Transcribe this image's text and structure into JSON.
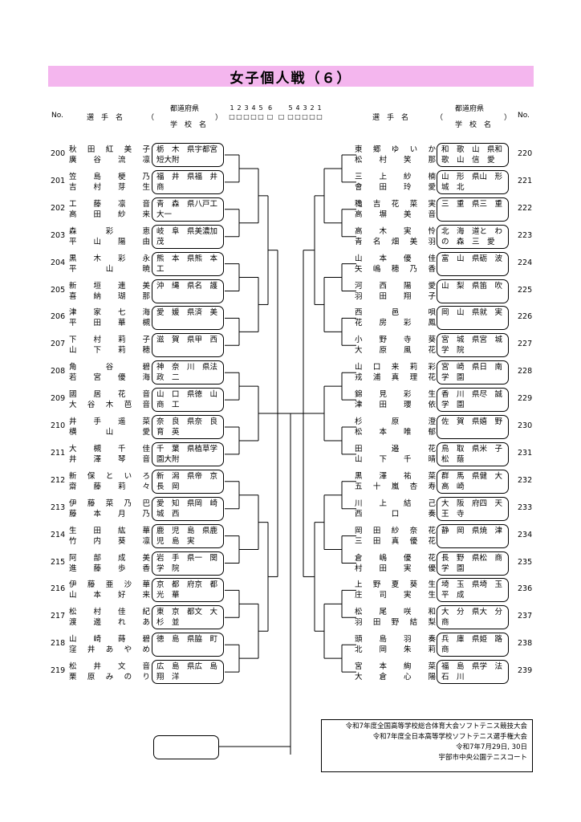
{
  "title": "女子個人戦（６）",
  "header": {
    "no_label": "No.",
    "player_label": "選　手　名",
    "pref_label": "都道府県",
    "school_label": "学　校　名",
    "open_paren": "（",
    "close_paren": "）",
    "rounds_left": [
      "1",
      "2",
      "3",
      "4",
      "5",
      "6"
    ],
    "rounds_right": [
      "5",
      "4",
      "3",
      "2",
      "1"
    ],
    "round_box": "□"
  },
  "left": [
    {
      "no": "200",
      "p1": "秋　田　紅　美　子",
      "p2": "廣　谷　流　凛",
      "pref": "栃　木　県",
      "school": "宇都宮短大附"
    },
    {
      "no": "201",
      "p1": "笠　島　梗　乃",
      "p2": "吉　村　芽　生",
      "pref": "福　井　県",
      "school": "福　井　商"
    },
    {
      "no": "202",
      "p1": "工　藤　凛　音",
      "p2": "高　田　紗　来",
      "pref": "青　森　県",
      "school": "八戸工大一"
    },
    {
      "no": "203",
      "p1": "森　彩　恵",
      "p2": "平　山　陽　由",
      "pref": "岐　阜　県",
      "school": "美濃加茂"
    },
    {
      "no": "204",
      "p1": "黒　木　彩　永",
      "p2": "平　山　暁",
      "pref": "熊　本　県",
      "school": "熊　本　工"
    },
    {
      "no": "205",
      "p1": "新　垣　連　美",
      "p2": "喜　納　瑚　那",
      "pref": "沖　縄　県",
      "school": "名　護"
    },
    {
      "no": "206",
      "p1": "津　家　七　海",
      "p2": "平　田　華　槻",
      "pref": "愛　媛　県",
      "school": "済　美"
    },
    {
      "no": "207",
      "p1": "下　村　莉　子",
      "p2": "山　下　莉　穂",
      "pref": "滋　賀　県",
      "school": "甲　西"
    },
    {
      "no": "208",
      "p1": "角　谷　碧",
      "p2": "若　宮　優　海",
      "pref": "神　奈　川　県",
      "school": "法　政　二"
    },
    {
      "no": "209",
      "p1": "國　居　花　音",
      "p2": "大　谷　木　芭　音",
      "pref": "山　口　県",
      "school": "徳　山　商　工"
    },
    {
      "no": "210",
      "p1": "井　手　遥　菜",
      "p2": "横　山　愛",
      "pref": "奈　良　県",
      "school": "奈　良　育　英"
    },
    {
      "no": "211",
      "p1": "大　槻　千　佳",
      "p2": "井　澤　琴　音",
      "pref": "千　葉　県",
      "school": "植草学園大附"
    },
    {
      "no": "212",
      "p1": "新　保　と　い　ろ",
      "p2": "齋　藤　莉　々",
      "pref": "新　潟　県",
      "school": "帝　京　長　岡"
    },
    {
      "no": "213",
      "p1": "伊　藤　菜　乃　巴",
      "p2": "藤　本　月　乃",
      "pref": "愛　知　県",
      "school": "岡　崎　城　西"
    },
    {
      "no": "214",
      "p1": "生　田　紘　華",
      "p2": "竹　内　葵　凛",
      "pref": "鹿　児　島　県",
      "school": "鹿　児　島　実"
    },
    {
      "no": "215",
      "p1": "阿　部　成　美",
      "p2": "進　藤　歩　香",
      "pref": "岩　手　県",
      "school": "一　関　学　院"
    },
    {
      "no": "216",
      "p1": "伊　藤　亜　沙　華",
      "p2": "山　本　好　来",
      "pref": "京　都　府",
      "school": "京　都　光　華"
    },
    {
      "no": "217",
      "p1": "松　村　佳　紀",
      "p2": "渡　邊　れ　あ",
      "pref": "東　京　都",
      "school": "文　大　杉　並"
    },
    {
      "no": "218",
      "p1": "山　崎　蒔　碧",
      "p2": "窪　井　あ　や　め",
      "pref": "徳　島　県",
      "school": "脇　町"
    },
    {
      "no": "219",
      "p1": "松　井　文　音",
      "p2": "栗　原　み　の　り",
      "pref": "広　島　県",
      "school": "広　島　翔　洋"
    }
  ],
  "right": [
    {
      "no": "220",
      "p1": "東　郷　ゆ　い　か",
      "p2": "松　村　笑　那",
      "pref": "和　歌　山　県",
      "school": "和　歌　山　信　愛"
    },
    {
      "no": "221",
      "p1": "三　上　紗　楠",
      "p2": "會　田　玲　愛",
      "pref": "山　形　県",
      "school": "山　形　城　北"
    },
    {
      "no": "222",
      "p1": "穐　吉　花　菜　実",
      "p2": "高　塀　美　音",
      "pref": "三　重　県",
      "school": "三　重"
    },
    {
      "no": "223",
      "p1": "高　木　実　怜",
      "p2": "青　名　畑　美　羽",
      "pref": "北　海　道",
      "school": "と　わ　の　森　三　愛"
    },
    {
      "no": "224",
      "p1": "山　本　優　佳",
      "p2": "矢　嶋　穂　乃　香",
      "pref": "富　山　県",
      "school": "砺　波"
    },
    {
      "no": "225",
      "p1": "河　西　陽　愛",
      "p2": "羽　田　翔　子",
      "pref": "山　梨　県",
      "school": "笛　吹"
    },
    {
      "no": "226",
      "p1": "西　邑　唄",
      "p2": "花　房　彩　鳳",
      "pref": "岡　山　県",
      "school": "就　実"
    },
    {
      "no": "227",
      "p1": "小　野　寺　葵",
      "p2": "大　原　風　花",
      "pref": "宮　城　県",
      "school": "宮　城　学　院"
    },
    {
      "no": "228",
      "p1": "山　口　来　莉　彩",
      "p2": "戎　浦　真　理　花",
      "pref": "宮　崎　県",
      "school": "日　南　学　園"
    },
    {
      "no": "229",
      "p1": "錦　見　彩　生",
      "p2": "津　田　瓔　依",
      "pref": "香　川　県",
      "school": "尽　誠　学　園"
    },
    {
      "no": "230",
      "p1": "杉　原　澄",
      "p2": "松　本　唯　郁",
      "pref": "佐　賀　県",
      "school": "嬉　野"
    },
    {
      "no": "231",
      "p1": "田　邉　花",
      "p2": "山　下　千　晴",
      "pref": "鳥　取　県",
      "school": "米　子　松　蔭"
    },
    {
      "no": "232",
      "p1": "黒　澤　祐　菜",
      "p2": "五　十　嵐　杏　寿",
      "pref": "群　馬　県",
      "school": "健　大　高　崎"
    },
    {
      "no": "233",
      "p1": "川　上　結　己",
      "p2": "西　口　奏",
      "pref": "大　阪　府",
      "school": "四　天　王　寺"
    },
    {
      "no": "234",
      "p1": "岡　田　紗　奈　花",
      "p2": "三　田　真　優　花",
      "pref": "静　岡　県",
      "school": "焼　津"
    },
    {
      "no": "235",
      "p1": "倉　嶋　優　花",
      "p2": "村　田　実　優",
      "pref": "長　野　県",
      "school": "松　商　学　園"
    },
    {
      "no": "236",
      "p1": "上　野　夏　葵　生",
      "p2": "庄　司　実　生",
      "pref": "埼　玉　県",
      "school": "埼　玉　平　成"
    },
    {
      "no": "237",
      "p1": "松　尾　咲　和",
      "p2": "羽　田　野　結　梨",
      "pref": "大　分　県",
      "school": "大　分　商"
    },
    {
      "no": "238",
      "p1": "頭　島　羽　奏",
      "p2": "北　岡　朱　莉",
      "pref": "兵　庫　県",
      "school": "姫　路　商"
    },
    {
      "no": "239",
      "p1": "宮　本　絢　菜",
      "p2": "大　倉　心　陽",
      "pref": "福　島　県",
      "school": "学　法　石　川"
    }
  ],
  "info": {
    "line1": "令和7年度全国高等学校総合体育大会ソフトテニス競技大会",
    "line2": "令和7年度全日本高等学校ソフトテニス選手権大会",
    "line3": "令和7年7月29日, 30日",
    "line4": "宇部市中央公園テニスコート"
  }
}
